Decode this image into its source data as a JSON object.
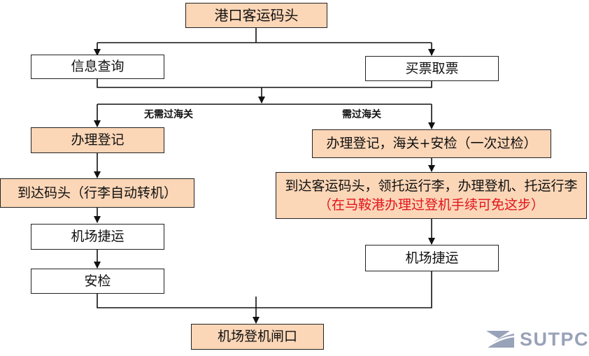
{
  "diagram": {
    "nodes": {
      "port_terminal": "港口客运码头",
      "info_query": "信息查询",
      "buy_ticket": "买票取票",
      "register_left": "办理登记",
      "register_right": "办理登记，海关+安检（一次过检）",
      "arrive_left": "到达码头（行李自动转机）",
      "arrive_right": "到达客运码头，领托运行李，办理登机、托运行李",
      "arrive_right_note": "（在马鞍港办理过登机手续可免这步）",
      "shuttle_left": "机场捷运",
      "shuttle_right": "机场捷运",
      "security": "安检",
      "boarding_gate": "机场登机闸口"
    },
    "branch_labels": {
      "no_customs": "无需过海关",
      "customs": "需过海关"
    },
    "colors": {
      "highlight_fill": "#fbd6b7",
      "note_text": "#e3131b",
      "logo": "#98a2b8"
    }
  },
  "logo": {
    "text": "SUTPC"
  }
}
